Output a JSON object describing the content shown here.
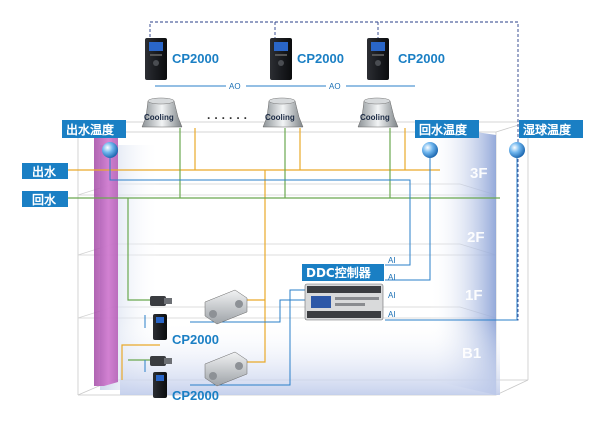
{
  "labels": {
    "supply_temp": "出水温度",
    "return_temp": "回水温度",
    "wetbulb_temp": "湿球温度",
    "supply": "出水",
    "return": "回水",
    "ddc": "DDC控制器",
    "drive": "CP2000",
    "cooling": "Cooling",
    "dots": "· · · · · ·",
    "ao": "AO",
    "ai": "AI"
  },
  "floors": [
    "3F",
    "2F",
    "1F",
    "B1"
  ],
  "colors": {
    "tag_blue": "#1a7fc4",
    "supply_line": "#e9a92a",
    "return_line": "#6aa84f",
    "signal_line": "#2a7fc9",
    "dashed_line": "#2a3f8a",
    "pipe_purple": "#b54fb2"
  }
}
